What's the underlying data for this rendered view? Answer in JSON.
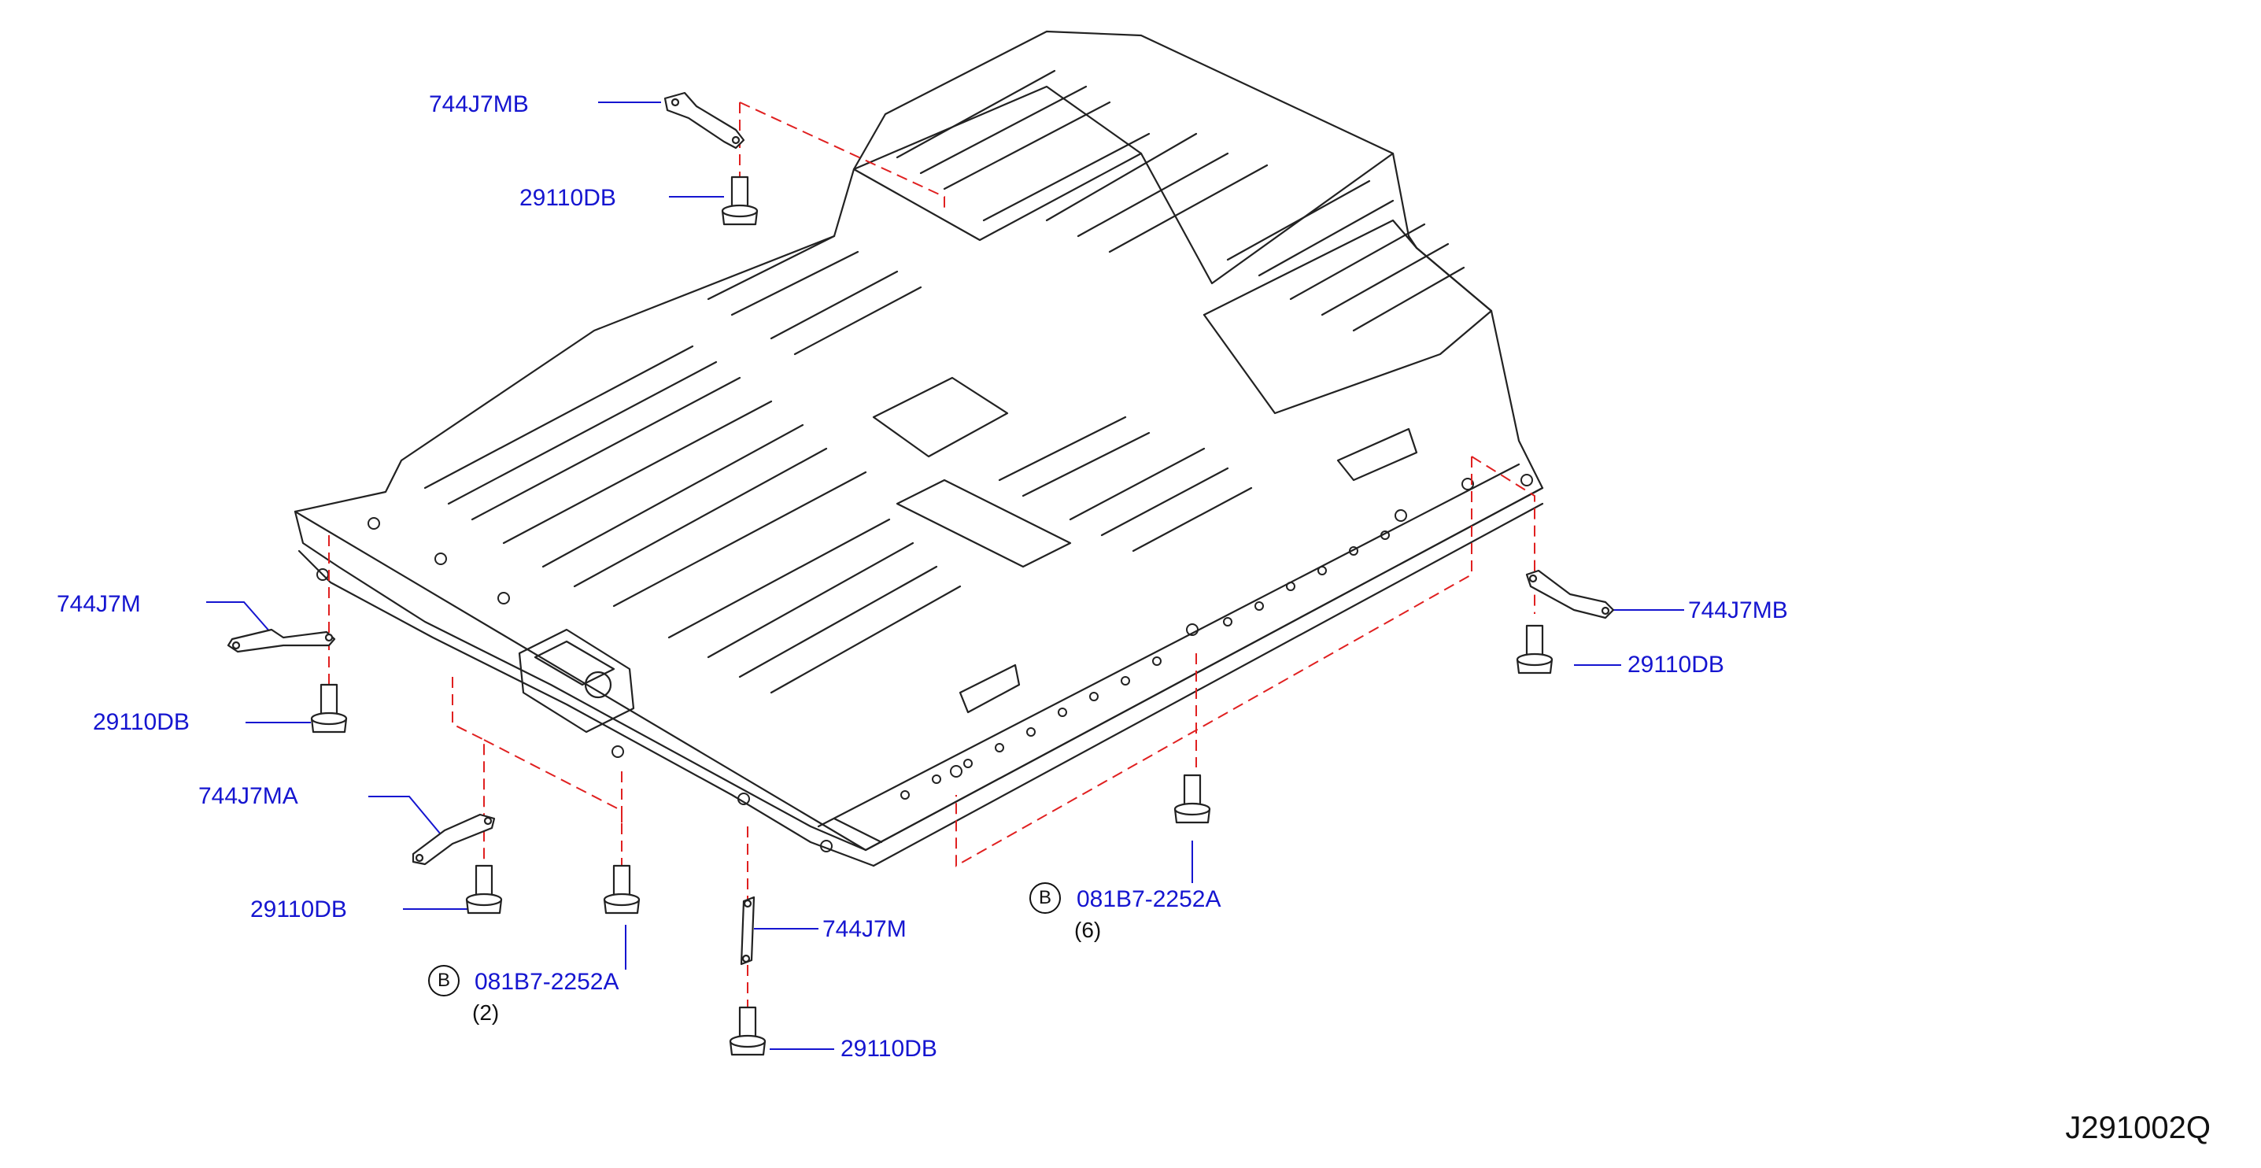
{
  "callouts": {
    "bracket_top": "744J7MB",
    "bolt_top": "29110DB",
    "bracket_left": "744J7M",
    "bolt_left": "29110DB",
    "bracket_left_lower": "744J7MA",
    "bolt_left_lower": "29110DB",
    "bolt_b2": "081B7-2252A",
    "bracket_bottom": "744J7M",
    "bolt_bottom": "29110DB",
    "bracket_right": "744J7MB",
    "bolt_right": "29110DB",
    "bolt_b6": "081B7-2252A"
  },
  "quantities": {
    "b_left": "(2)",
    "b_right": "(6)"
  },
  "badges": {
    "b_left": "B",
    "b_right": "B"
  },
  "diagram_code": "J291002Q",
  "colors": {
    "callout_text": "#1515d0",
    "leader_line": "#1515d0",
    "dash_line": "#e02020",
    "part_line": "#222222"
  }
}
